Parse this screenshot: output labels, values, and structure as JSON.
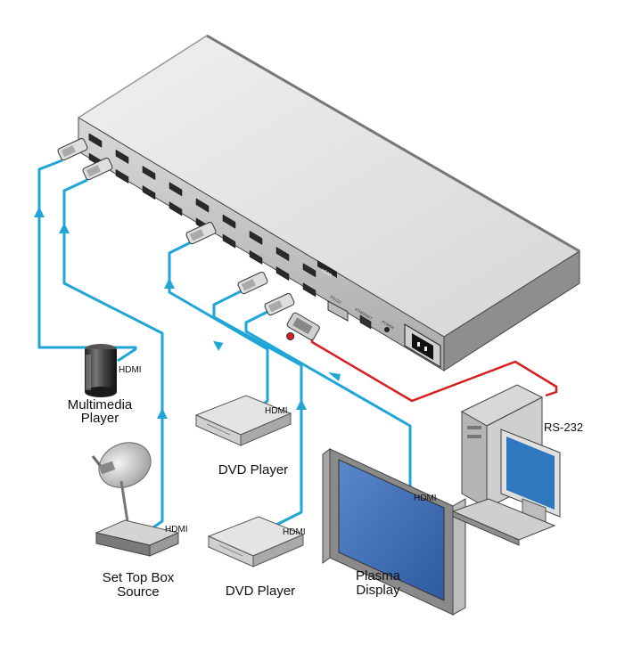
{
  "labels": {
    "multimedia_player": [
      "Multimedia",
      "Player"
    ],
    "set_top_box": [
      "Set Top Box",
      "Source"
    ],
    "dvd_player_upper": "DVD Player",
    "dvd_player_lower": "DVD Player",
    "plasma_display": [
      "Plasma",
      "Display"
    ],
    "rs232": "RS-232",
    "hdmi": "HDMI",
    "device_logo": "HDMI",
    "rear_panel": {
      "rs232_port": "RS-232",
      "ethernet_port": "ETHERNET",
      "power": "POWER"
    }
  },
  "colors": {
    "hdmi_cable": "#1fa6d6",
    "rs232_cable": "#d42020",
    "chassis_top": "#e3e3e3",
    "chassis_front": "#c4c4c4",
    "screen": "#3f6fb8"
  },
  "icons": [
    "hdmi-connector-icon",
    "arrow-icon",
    "db9-connector-icon",
    "power-socket-icon"
  ]
}
